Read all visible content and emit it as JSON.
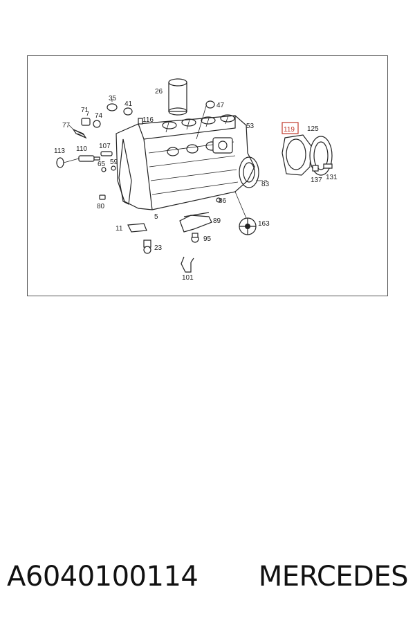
{
  "diagram": {
    "labels": [
      "26",
      "35",
      "41",
      "47",
      "71",
      "74",
      "77",
      "116",
      "53",
      "125",
      "113",
      "110",
      "107",
      "65",
      "59",
      "83",
      "137",
      "131",
      "80",
      "86",
      "5",
      "89",
      "163",
      "11",
      "95",
      "23",
      "101"
    ],
    "highlighted_label": "119",
    "highlight_color": "#c0392b"
  },
  "caption": {
    "part_number": "A6040100114",
    "brand": "MERCEDES"
  }
}
